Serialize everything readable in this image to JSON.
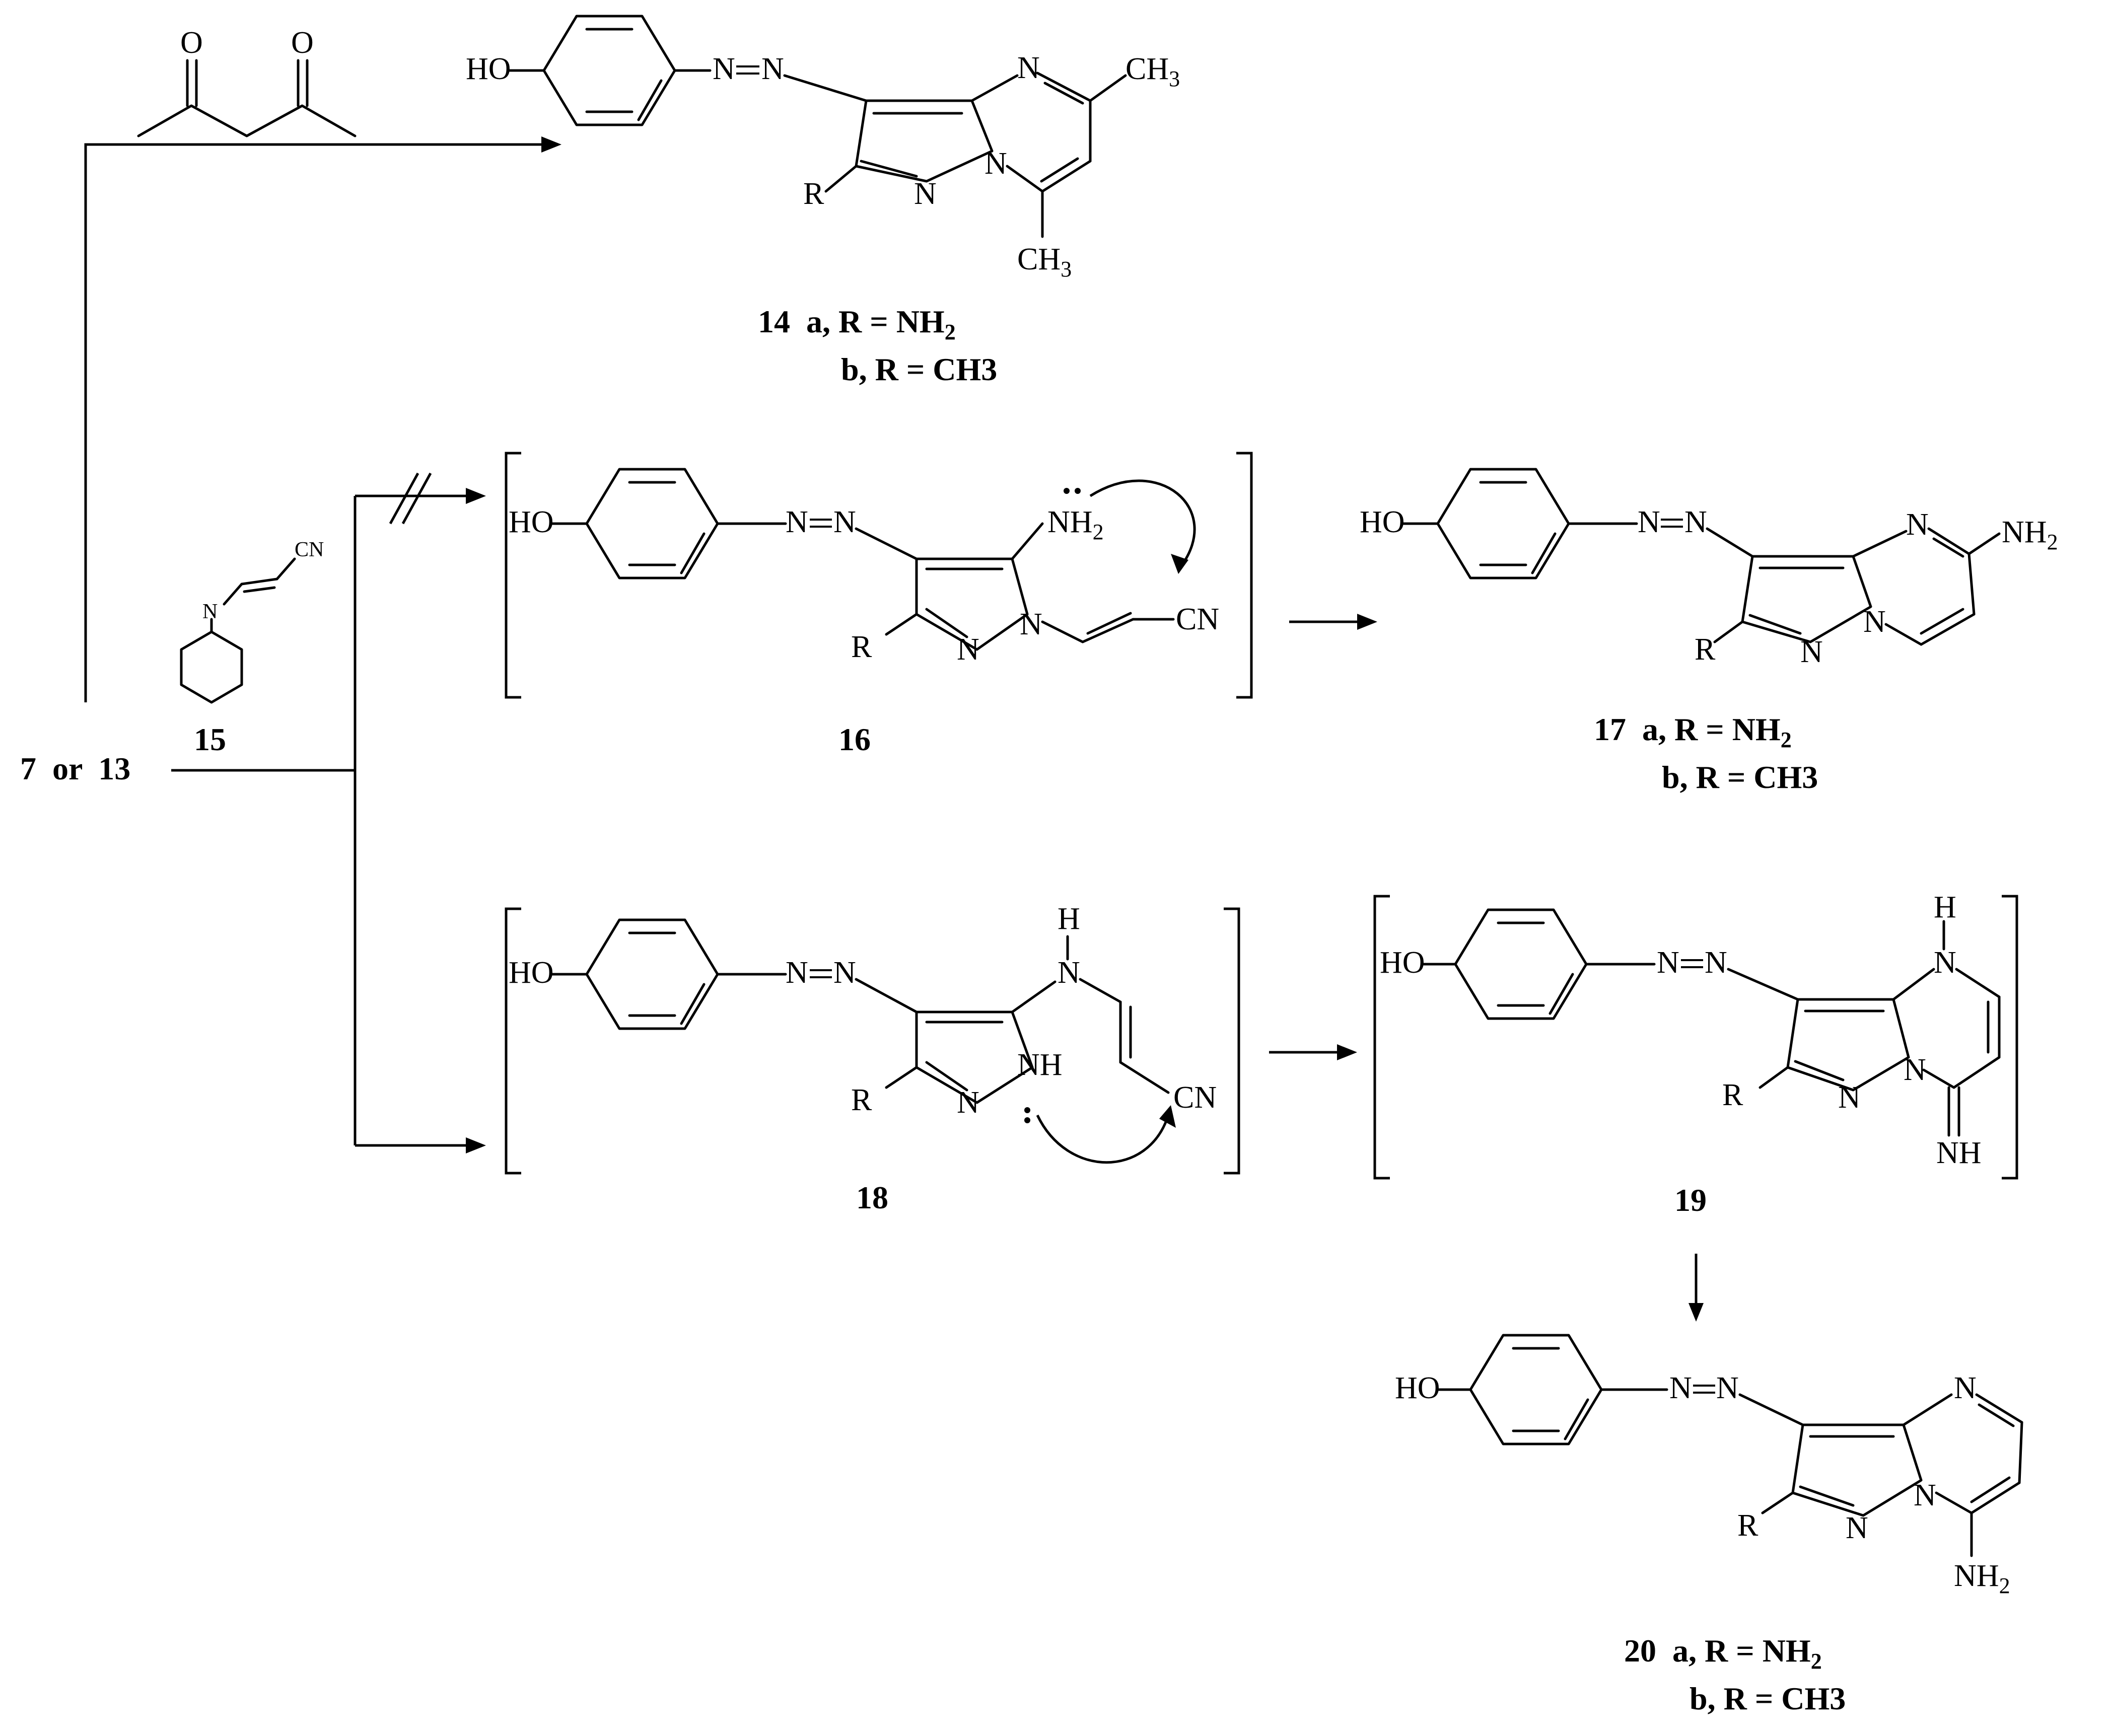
{
  "atoms": {
    "ho": "HO",
    "n": "N",
    "nh": "NH",
    "h": "H",
    "r": "R",
    "o": "O",
    "cn": "CN",
    "ch3": "CH3",
    "ch3_main": "CH",
    "ch3_sub": "3",
    "nh2_main": "NH",
    "nh2_sub": "2",
    "nh_imine": "NH"
  },
  "compounds": {
    "c14": {
      "number": "14",
      "line_a": "a, R = NH",
      "line_a_sub": "2",
      "line_b": "b, R = CH3"
    },
    "c15": {
      "number": "15"
    },
    "c16": {
      "number": "16"
    },
    "c17": {
      "number": "17",
      "line_a": "a, R = NH",
      "line_a_sub": "2",
      "line_b": "b, R = CH3"
    },
    "c18": {
      "number": "18"
    },
    "c19": {
      "number": "19"
    },
    "c20": {
      "number": "20",
      "line_a": "a, R = NH",
      "line_a_sub": "2",
      "line_b": "b, R = CH3"
    }
  },
  "start_material": "7  or  13"
}
